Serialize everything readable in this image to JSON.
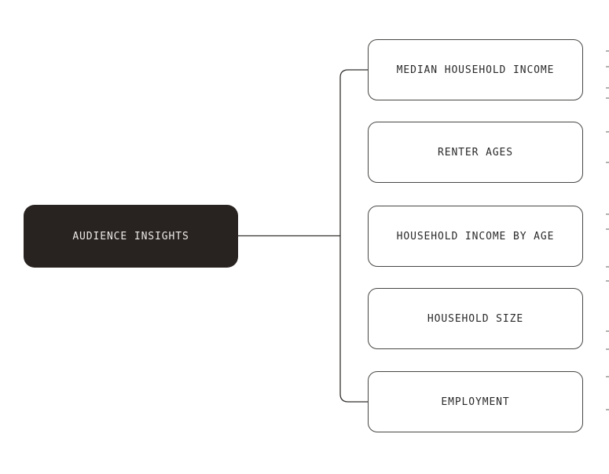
{
  "diagram": {
    "root": {
      "label": "AUDIENCE INSIGHTS"
    },
    "children": [
      {
        "label": "MEDIAN HOUSEHOLD INCOME"
      },
      {
        "label": "RENTER AGES"
      },
      {
        "label": "HOUSEHOLD INCOME BY AGE"
      },
      {
        "label": "HOUSEHOLD SIZE"
      },
      {
        "label": "EMPLOYMENT"
      }
    ],
    "colors": {
      "background": "#ffffff",
      "root_fill": "#282320",
      "root_text": "#eceae7",
      "child_fill": "#ffffff",
      "child_border": "#474745",
      "child_text": "#2a2a2a",
      "connector": "#33312e",
      "edge_fragment": "#b3b1ae"
    },
    "right_edge_fragments_y": [
      65,
      85,
      112,
      125,
      168,
      207,
      273,
      292,
      340,
      358,
      422,
      445,
      480,
      522
    ]
  }
}
